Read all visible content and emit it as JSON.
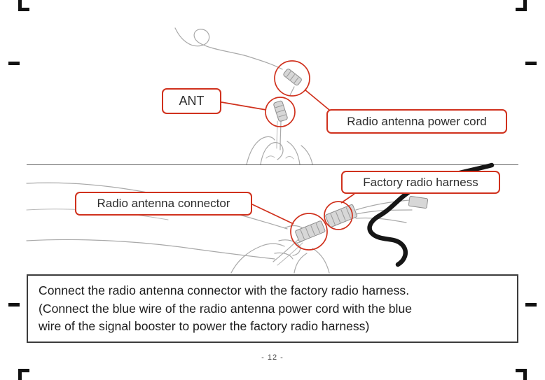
{
  "page": {
    "number": "- 12 -"
  },
  "colors": {
    "accent_red": "#d0311d",
    "line_art_gray": "#a9a9a9",
    "ink": "#1d1d1d"
  },
  "callouts": {
    "ant": "ANT",
    "power_cord": "Radio antenna power cord",
    "factory_harness": "Factory radio harness",
    "antenna_connector": "Radio antenna connector"
  },
  "instructions": {
    "lines": [
      "Connect the radio antenna connector with the factory radio harness.",
      "(Connect the blue wire of the radio antenna power cord with the blue",
      "wire of the signal booster to power the factory radio harness)"
    ]
  }
}
